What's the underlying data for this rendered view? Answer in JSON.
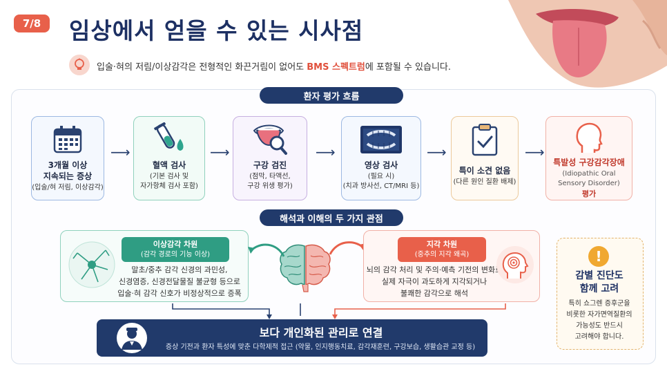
{
  "slide": {
    "page_badge": "7/8",
    "title": "임상에서 얻을 수 있는 시사점",
    "insight_pre": "입술·혀의 저림/이상감각은 전형적인 화끈거림이 없어도 ",
    "insight_highlight": "BMS 스펙트럼",
    "insight_post": "에 포함될 수 있습니다."
  },
  "flow": {
    "heading": "환자 평가 흐름",
    "steps": [
      {
        "title1": "3개월 이상",
        "title2": "지속되는 증상",
        "sub1": "(입술/혀 저림, 이상감각)",
        "sub2": "",
        "icon": "calendar-icon",
        "color": "#7a9fd6",
        "bg": "#f4f8fe"
      },
      {
        "title1": "혈액 검사",
        "title2": "",
        "sub1": "(기본 검사 및",
        "sub2": "자가항체 검사 포함)",
        "icon": "test-tube-icon",
        "color": "#6cc3a8",
        "bg": "#f2fbf7"
      },
      {
        "title1": "구강 검진",
        "title2": "",
        "sub1": "(점막, 타액선,",
        "sub2": "구강 위생 평가)",
        "icon": "mouth-magnifier-icon",
        "color": "#b79ad6",
        "bg": "#f8f4fd"
      },
      {
        "title1": "영상 검사",
        "title2": "",
        "sub1": "(필요 시)",
        "sub2": "(치과 방사선, CT/MRI 등)",
        "icon": "xray-icon",
        "color": "#7a9fd6",
        "bg": "#f4f8fe"
      },
      {
        "title1": "특이 소견 없음",
        "title2": "",
        "sub1": "(다른 원인 질환 배제)",
        "sub2": "",
        "icon": "clipboard-check-icon",
        "color": "#e7c08e",
        "bg": "#fffaf3"
      },
      {
        "title1": "특발성 구강감각장애",
        "title2": "",
        "sub1": "(Idiopathic Oral",
        "sub2": "Sensory Disorder)",
        "sub3": "평가",
        "icon": "head-profile-icon",
        "color": "#ee9b8f",
        "bg": "#fff5f3"
      }
    ]
  },
  "lenses": {
    "heading": "해석과 이해의 두 가지 관점",
    "left": {
      "tag": "이상감각 차원",
      "tag_sub": "(감각 경로의 기능 이상)",
      "line1": "말초/중추 감각 신경의 과민성,",
      "line2": "신경염증, 신경전달물질 불균형 등으로",
      "line3": "입술·혀 감각 신호가 비정상적으로 증폭",
      "icon": "neuron-icon",
      "color": "#2f9d83"
    },
    "right": {
      "tag": "지각 차원",
      "tag_sub": "(중추의 지각 왜곡)",
      "line1": "뇌의 감각 처리 및 주의·예측 기전의 변화로",
      "line2": "실제 자극이 과도하게 지각되거나",
      "line3": "불쾌한 감각으로 해석",
      "icon": "head-spiral-icon",
      "color": "#e8604a"
    },
    "center_icon": "brain-icon"
  },
  "bottom": {
    "title": "보다 개인화된 관리로 연결",
    "sub": "증상 기전과 환자 특성에 맞춘 다학제적 접근 (약물, 인지행동치료, 감각재훈련, 구강보습, 생활습관 교정 등)",
    "icon": "doctor-icon"
  },
  "note": {
    "title1": "감별 진단도",
    "title2": "함께 고려",
    "line1": "특히 쇼그렌 증후군을",
    "line2": "비롯한 자가면역질환의",
    "line3": "가능성도 반드시",
    "line4": "고려해야 합니다.",
    "icon": "exclamation-icon"
  }
}
